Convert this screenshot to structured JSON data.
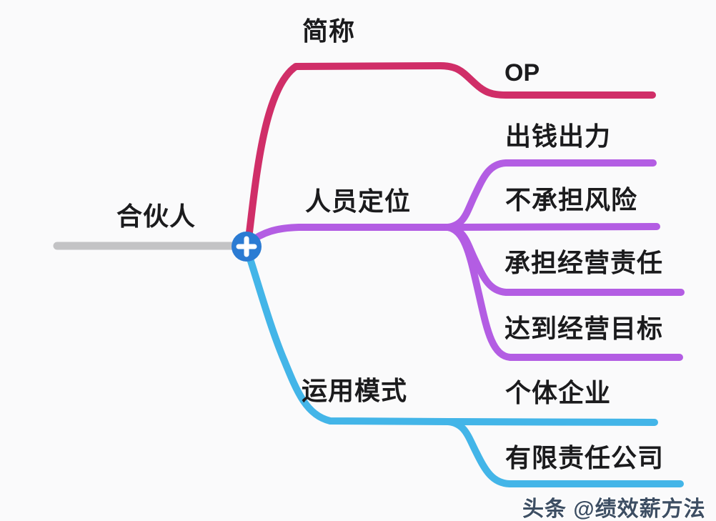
{
  "root": {
    "label": "合伙人"
  },
  "center": {
    "symbol": "+",
    "icon": "plus-icon"
  },
  "branches": [
    {
      "label": "简称",
      "color": "#d02e68",
      "children": [
        {
          "label": "OP"
        }
      ]
    },
    {
      "label": "人员定位",
      "color": "#b35de3",
      "children": [
        {
          "label": "出钱出力"
        },
        {
          "label": "不承担风险"
        },
        {
          "label": "承担经营责任"
        },
        {
          "label": "达到经营目标"
        }
      ]
    },
    {
      "label": "运用模式",
      "color": "#43b5e8",
      "children": [
        {
          "label": "个体企业"
        },
        {
          "label": "有限责任公司"
        }
      ]
    }
  ],
  "colors": {
    "root_line": "#c3c3c5",
    "center_node": "#2b7bd3",
    "center_symbol": "#ffffff",
    "text": "#1b1b1d",
    "watermark": "#3d4e63",
    "background": "#fafafb"
  },
  "watermark": {
    "text": "头条 @绩效薪方法"
  }
}
